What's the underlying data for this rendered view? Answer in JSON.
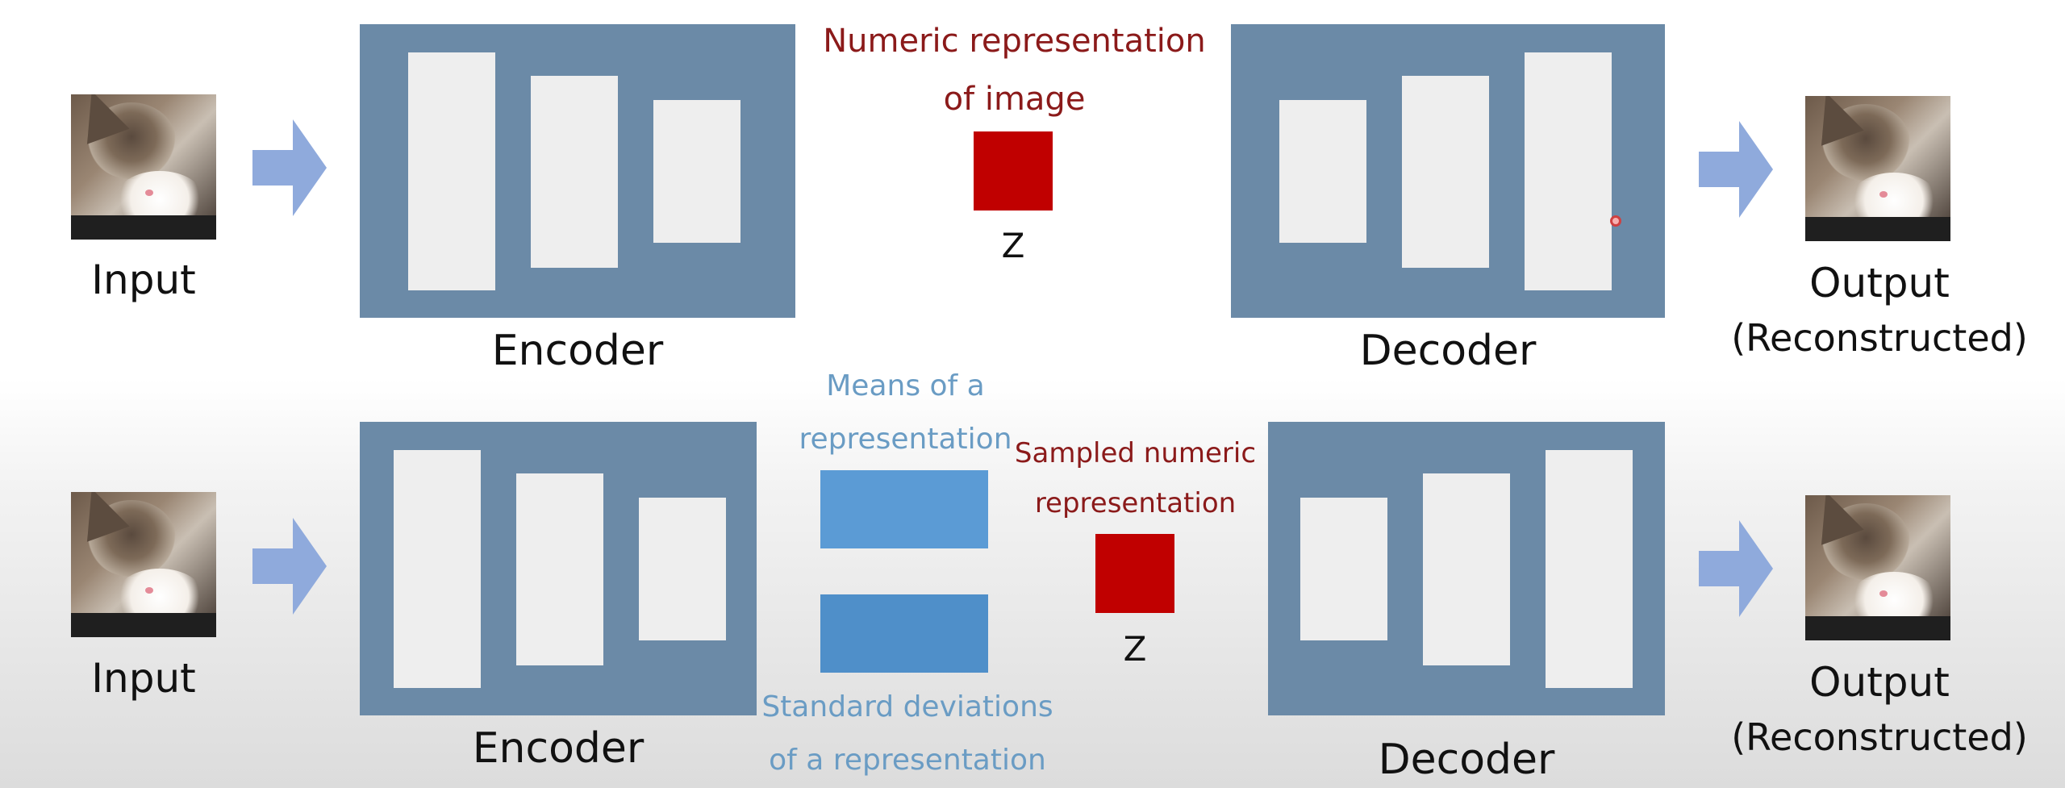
{
  "top_row": {
    "input_label": "Input",
    "encoder_label": "Encoder",
    "decoder_label": "Decoder",
    "output_label": "Output",
    "output_sublabel": "(Reconstructed)",
    "latent_caption_line1": "Numeric representation",
    "latent_caption_line2": "of image",
    "latent_symbol": "Z"
  },
  "bottom_row": {
    "input_label": "Input",
    "encoder_label": "Encoder",
    "decoder_label": "Decoder",
    "output_label": "Output",
    "output_sublabel": "(Reconstructed)",
    "means_caption_line1": "Means of a",
    "means_caption_line2": "representation",
    "std_caption_line1": "Standard deviations",
    "std_caption_line2": "of a representation",
    "sampled_caption_line1": "Sampled numeric",
    "sampled_caption_line2": "representation",
    "latent_symbol": "Z"
  },
  "colors": {
    "panel": "#6b8aa7",
    "layer": "#eeeeee",
    "latent": "#c00000",
    "latent_caption": "#8b1a1a",
    "means_box": "#5b9bd5",
    "std_box": "#4f8fc9",
    "blue_caption": "#6a9cc4",
    "arrow": "#8faadc"
  },
  "icons": {
    "arrow": "arrow-right-icon",
    "cat": "cat-photo"
  }
}
